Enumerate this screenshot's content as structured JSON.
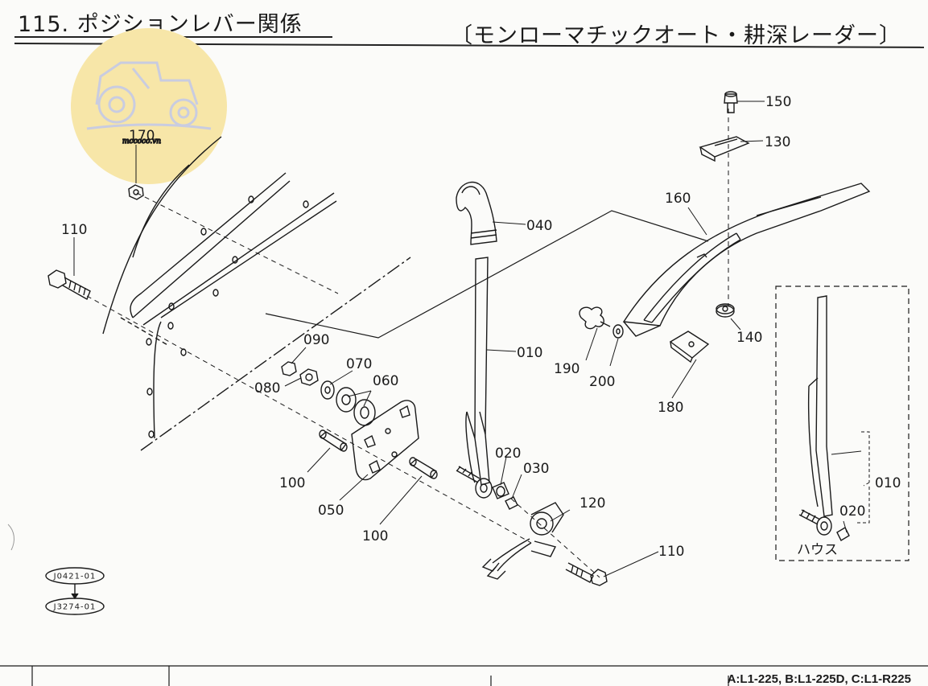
{
  "header": {
    "title": "115. ポジションレバー関係",
    "subtitle": "〔モンローマチックオート・耕深レーダー〕"
  },
  "parts": [
    {
      "id": "p150",
      "number": "150"
    },
    {
      "id": "p130",
      "number": "130"
    },
    {
      "id": "p170",
      "number": "170"
    },
    {
      "id": "p160",
      "number": "160"
    },
    {
      "id": "p040",
      "number": "040"
    },
    {
      "id": "p110a",
      "number": "110"
    },
    {
      "id": "p140",
      "number": "140"
    },
    {
      "id": "p090",
      "number": "090"
    },
    {
      "id": "p070",
      "number": "070"
    },
    {
      "id": "p060",
      "number": "060"
    },
    {
      "id": "p080",
      "number": "080"
    },
    {
      "id": "p010",
      "number": "010"
    },
    {
      "id": "p190",
      "number": "190"
    },
    {
      "id": "p200",
      "number": "200"
    },
    {
      "id": "p180",
      "number": "180"
    },
    {
      "id": "p020",
      "number": "020"
    },
    {
      "id": "p030",
      "number": "030"
    },
    {
      "id": "p120",
      "number": "120"
    },
    {
      "id": "p100a",
      "number": "100"
    },
    {
      "id": "p050",
      "number": "050"
    },
    {
      "id": "p100b",
      "number": "100"
    },
    {
      "id": "p110b",
      "number": "110"
    }
  ],
  "inset": {
    "part_010": "010",
    "part_020": "020",
    "housing_label": "ハウス"
  },
  "references": {
    "old": "J0421-01",
    "new": "J3274-01"
  },
  "watermark": "mccoco.vn",
  "footer": {
    "variants": "A:L1-225, B:L1-225D, C:L1-R225"
  },
  "colors": {
    "ink": "#1a1a1a",
    "paper": "#fbfbf9",
    "watermark_fill": "#f7e6a8",
    "watermark_stroke": "#c9cce0"
  }
}
